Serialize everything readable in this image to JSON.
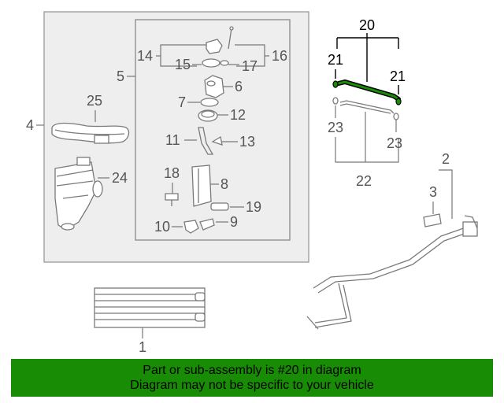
{
  "callouts": {
    "c1": "1",
    "c2": "2",
    "c3": "3",
    "c4": "4",
    "c5": "5",
    "c6": "6",
    "c7": "7",
    "c8": "8",
    "c9": "9",
    "c10": "10",
    "c11": "11",
    "c12": "12",
    "c13": "13",
    "c14": "14",
    "c15": "15",
    "c16": "16",
    "c17": "17",
    "c18": "18",
    "c19": "19",
    "c20": "20",
    "c21a": "21",
    "c21b": "21",
    "c22": "22",
    "c23a": "23",
    "c23b": "23",
    "c24": "24",
    "c25": "25"
  },
  "highlight": {
    "part": "20",
    "color": "#188c04"
  },
  "banner": {
    "line1": "Part or sub-assembly is #20 in diagram",
    "line2": "Diagram may not be specific to your vehicle",
    "background": "#188c04"
  }
}
